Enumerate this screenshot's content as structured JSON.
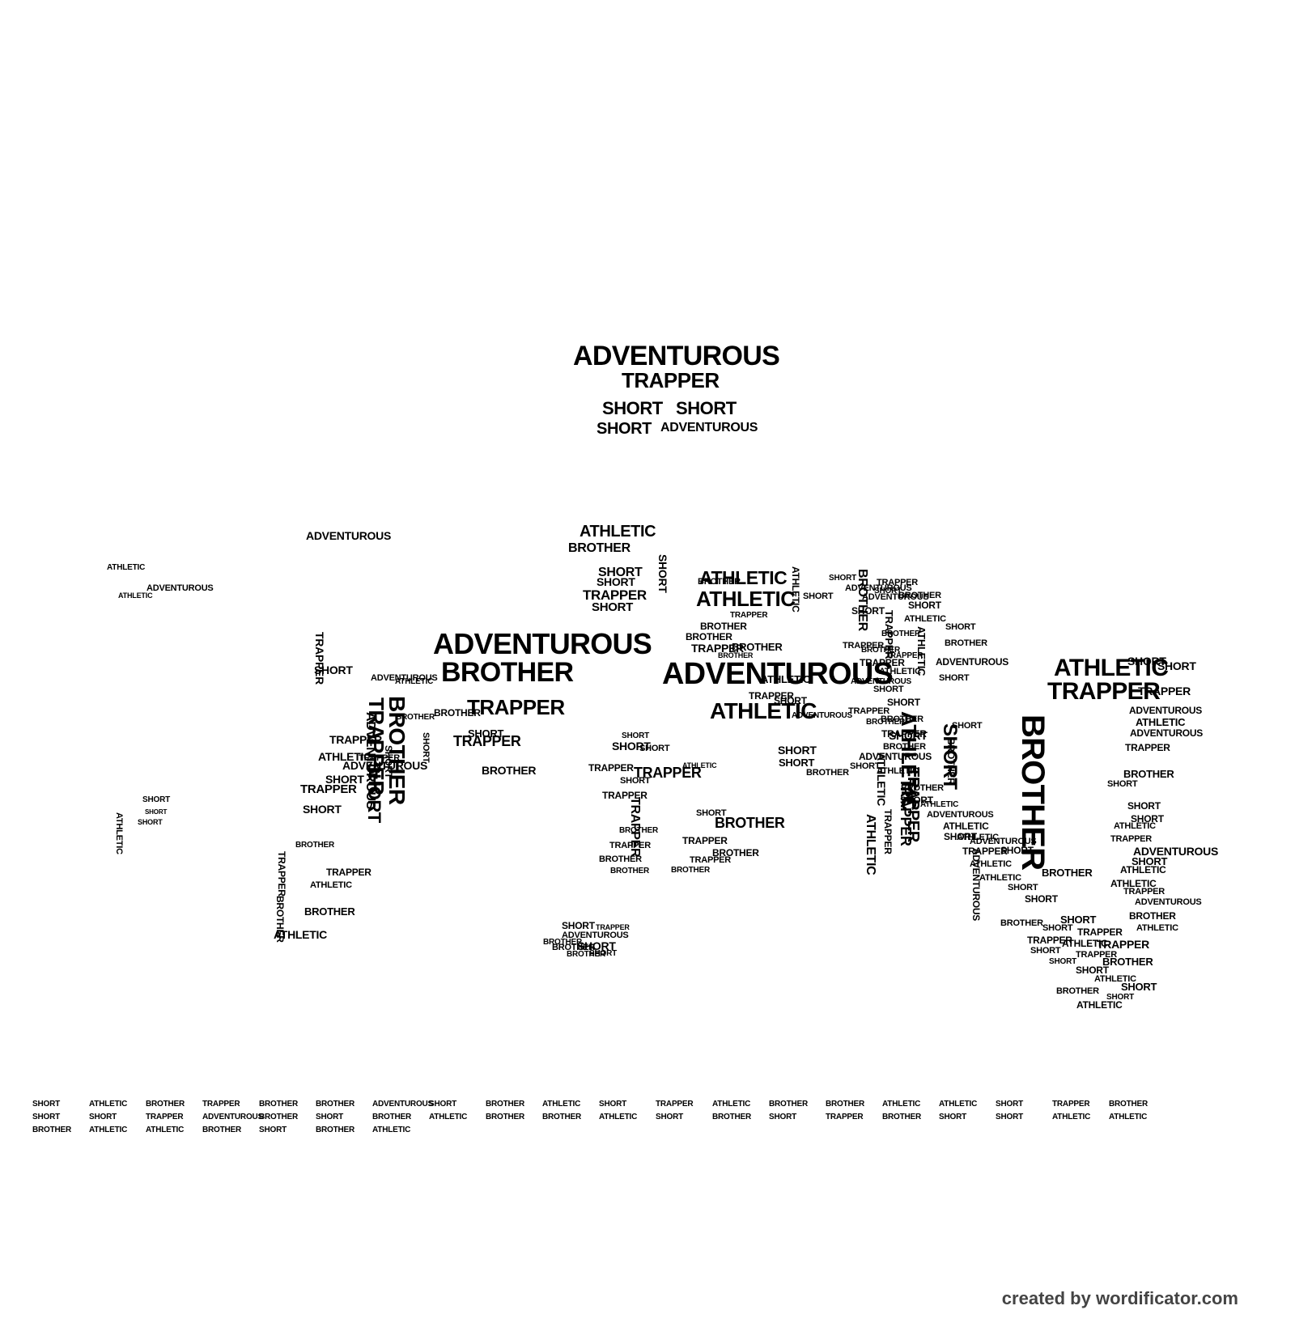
{
  "canvas": {
    "background": "#ffffff",
    "word_color": "#000000",
    "credit_color": "#444444"
  },
  "vocabulary": [
    "ADVENTUROUS",
    "ATHLETIC",
    "BROTHER",
    "SHORT",
    "TRAPPER"
  ],
  "credit": "created by wordificator.com",
  "words": [
    "ADVENTUROUS",
    "TRAPPER",
    "SHORT",
    "SHORT",
    "SHORT",
    "ADVENTUROUS",
    "ATHLETIC",
    "ADVENTUROUS",
    "BROTHER",
    "ADVENTUROUS",
    "TRAPPER",
    "ATHLETIC",
    "ATHLETIC",
    "TRAPPER",
    "BROTHER",
    "ATHLETIC",
    "SHORT",
    "TRAPPER",
    "TRAPPER",
    "ATHLETIC",
    "ADVENTUROUS",
    "ATHLETIC",
    "ADVENTUROUS",
    "ATHLETIC",
    "SHORT",
    "TRAPPER",
    "TRAPPER",
    "BROTHER",
    "TRAPPER",
    "ATHLETIC",
    "ADVENTUROUS",
    "SHORT",
    "TRAPPER",
    "BROTHER",
    "SHORT",
    "TRAPPER",
    "BROTHER",
    "TRAPPER",
    "SHORT",
    "ATHLETIC",
    "SHORT",
    "SHORT",
    "SHORT",
    "TRAPPER",
    "ATHLETIC",
    "BROTHER",
    "BROTHER",
    "ATHLETIC",
    "TRAPPER",
    "BROTHER",
    "SHORT",
    "ADVENTUROUS",
    "ADVENTUROUS",
    "ATHLETIC",
    "BROTHER",
    "SHORT",
    "SHORT",
    "SHORT",
    "TRAPPER",
    "TRAPPER",
    "SHORT",
    "TRAPPER",
    "TRAPPER",
    "BROTHER",
    "TRAPPER",
    "BROTHER",
    "BROTHER",
    "SHORT",
    "SHORT",
    "ATHLETIC",
    "SHORT",
    "BROTHER",
    "TRAPPER",
    "BROTHER",
    "TRAPPER",
    "BROTHER",
    "BROTHER",
    "SHORT",
    "SHORT",
    "TRAPPER",
    "SHORT",
    "SHORT",
    "ATHLETIC",
    "ATHLETIC",
    "BROTHER",
    "TRAPPER",
    "BROTHER",
    "BROTHER",
    "TRAPPER",
    "BROTHER",
    "BROTHER",
    "ATHLETIC",
    "TRAPPER",
    "SHORT",
    "ADVENTUROUS",
    "SHORT",
    "SHORT",
    "BROTHER",
    "ATHLETIC",
    "SHORT",
    "BROTHER",
    "TRAPPER",
    "SHORT",
    "BROTHER",
    "TRAPPER",
    "SHORT",
    "ATHLETIC",
    "ATHLETIC",
    "SHORT",
    "BROTHER",
    "ADVENTUROUS",
    "SHORT",
    "SHORT",
    "BROTHER",
    "BROTHER",
    "SHORT",
    "ATHLETIC",
    "TRAPPER",
    "SHORT",
    "ADVENTUROUS",
    "ADVENTUROUS",
    "SHORT",
    "ATHLETIC",
    "BROTHER",
    "SHORT",
    "SHORT",
    "BROTHER",
    "SHORT",
    "SHORT",
    "TRAPPER",
    "ADVENTUROUS",
    "ATHLETIC",
    "ADVENTUROUS",
    "TRAPPER",
    "BROTHER",
    "SHORT",
    "SHORT",
    "SHORT",
    "ATHLETIC",
    "TRAPPER",
    "ADVENTUROUS",
    "SHORT",
    "ATHLETIC",
    "ATHLETIC",
    "TRAPPER",
    "ADVENTUROUS",
    "BROTHER",
    "ATHLETIC",
    "SHORT",
    "TRAPPER",
    "TRAPPER",
    "ATHLETIC",
    "SHORT",
    "TRAPPER",
    "TRAPPER",
    "BROTHER",
    "SHORT",
    "SHORT",
    "SHORT",
    "ATHLETIC",
    "SHORT",
    "SHORT",
    "ATHLETIC",
    "BROTHER",
    "ADVENTUROUS",
    "SHORT",
    "BROTHER",
    "BROTHER",
    "SHORT",
    "BROTHER",
    "TRAPPER",
    "SHORT",
    "SHORT",
    "ADVENTUROUS",
    "ADVENTUROUS",
    "SHORT",
    "BROTHER",
    "TRAPPER",
    "BROTHER",
    "TRAPPER",
    "TRAPPER",
    "ATHLETIC",
    "ADVENTUROUS",
    "SHORT",
    "SHORT",
    "TRAPPER",
    "BROTHER",
    "TRAPPER",
    "BROTHER",
    "ADVENTUROUS",
    "SHORT",
    "ATHLETIC",
    "BROTHER",
    "SHORT",
    "ATHLETIC",
    "ADVENTUROUS",
    "ATHLETIC",
    "ATHLETIC",
    "TRAPPER",
    "ATHLETIC",
    "SHORT",
    "ATHLETIC",
    "BROTHER",
    "TRAPPER",
    "BROTHER",
    "BROTHER",
    "ADVENTUROUS",
    "SHORT",
    "BROTHER",
    "ATHLETIC",
    "SHORT",
    "TRAPPER",
    "ATHLETIC",
    "BROTHER",
    "BROTHER",
    "ATHLETIC",
    "ATHLETIC",
    "SHORT",
    "TRAPPER",
    "BROTHER",
    "SHORT",
    "SHORT",
    "TRAPPER",
    "ADVENTUROUS",
    "BROTHER",
    "SHORT",
    "BROTHER",
    "ATHLETIC",
    "BROTHER",
    "BROTHER",
    "ATHLETIC",
    "SHORT",
    "BROTHER",
    "SHORT",
    "TRAPPER",
    "BROTHER",
    "SHORT",
    "SHORT",
    "ATHLETIC",
    "ATHLETIC",
    "BROTHER",
    "ATHLETIC",
    "ATHLETIC",
    "BROTHER",
    "SHORT",
    "BROTHER",
    "ATHLETIC"
  ]
}
